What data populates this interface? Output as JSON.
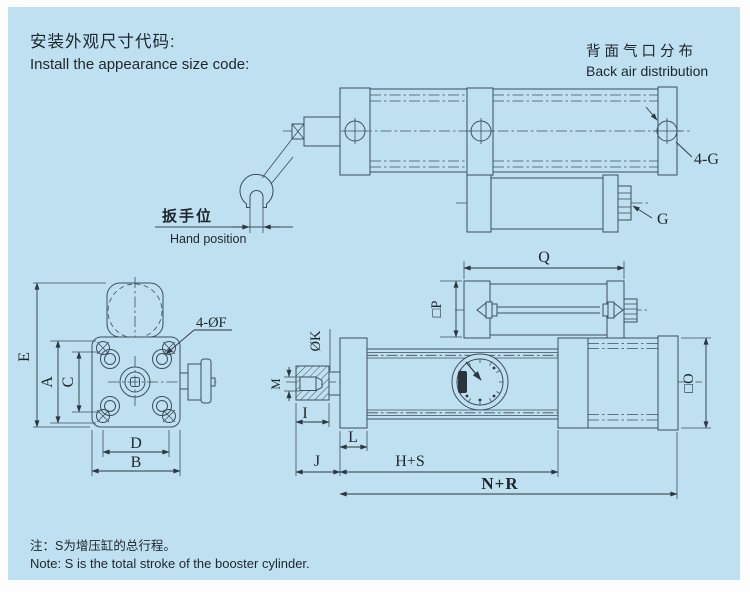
{
  "colors": {
    "panel_bg": "#bfe0f1",
    "line": "#3d4e5a",
    "text": "#1d262d"
  },
  "header": {
    "title_cn": "安装外观尺寸代码:",
    "title_en": "Install the appearance size code:"
  },
  "top_view": {
    "caption_cn": "背面气口分布",
    "caption_en": "Back air distribution",
    "labels": {
      "four_g": "4-G",
      "g": "G"
    },
    "hand": {
      "cn": "扳手位",
      "en": "Hand position"
    }
  },
  "front_view": {
    "labels": {
      "e": "E",
      "a": "A",
      "c": "C",
      "d": "D",
      "b": "B",
      "four_f": "4-ØF"
    }
  },
  "side_view": {
    "labels": {
      "q": "Q",
      "p": "□P",
      "o": "□O",
      "k": "ØK",
      "m": "M",
      "i": "I",
      "l": "L",
      "j": "J",
      "hs": "H+S",
      "nr": "N+R"
    }
  },
  "note": {
    "cn": "注：S为增压缸的总行程。",
    "en": "Note: S is the total stroke of the booster cylinder."
  }
}
